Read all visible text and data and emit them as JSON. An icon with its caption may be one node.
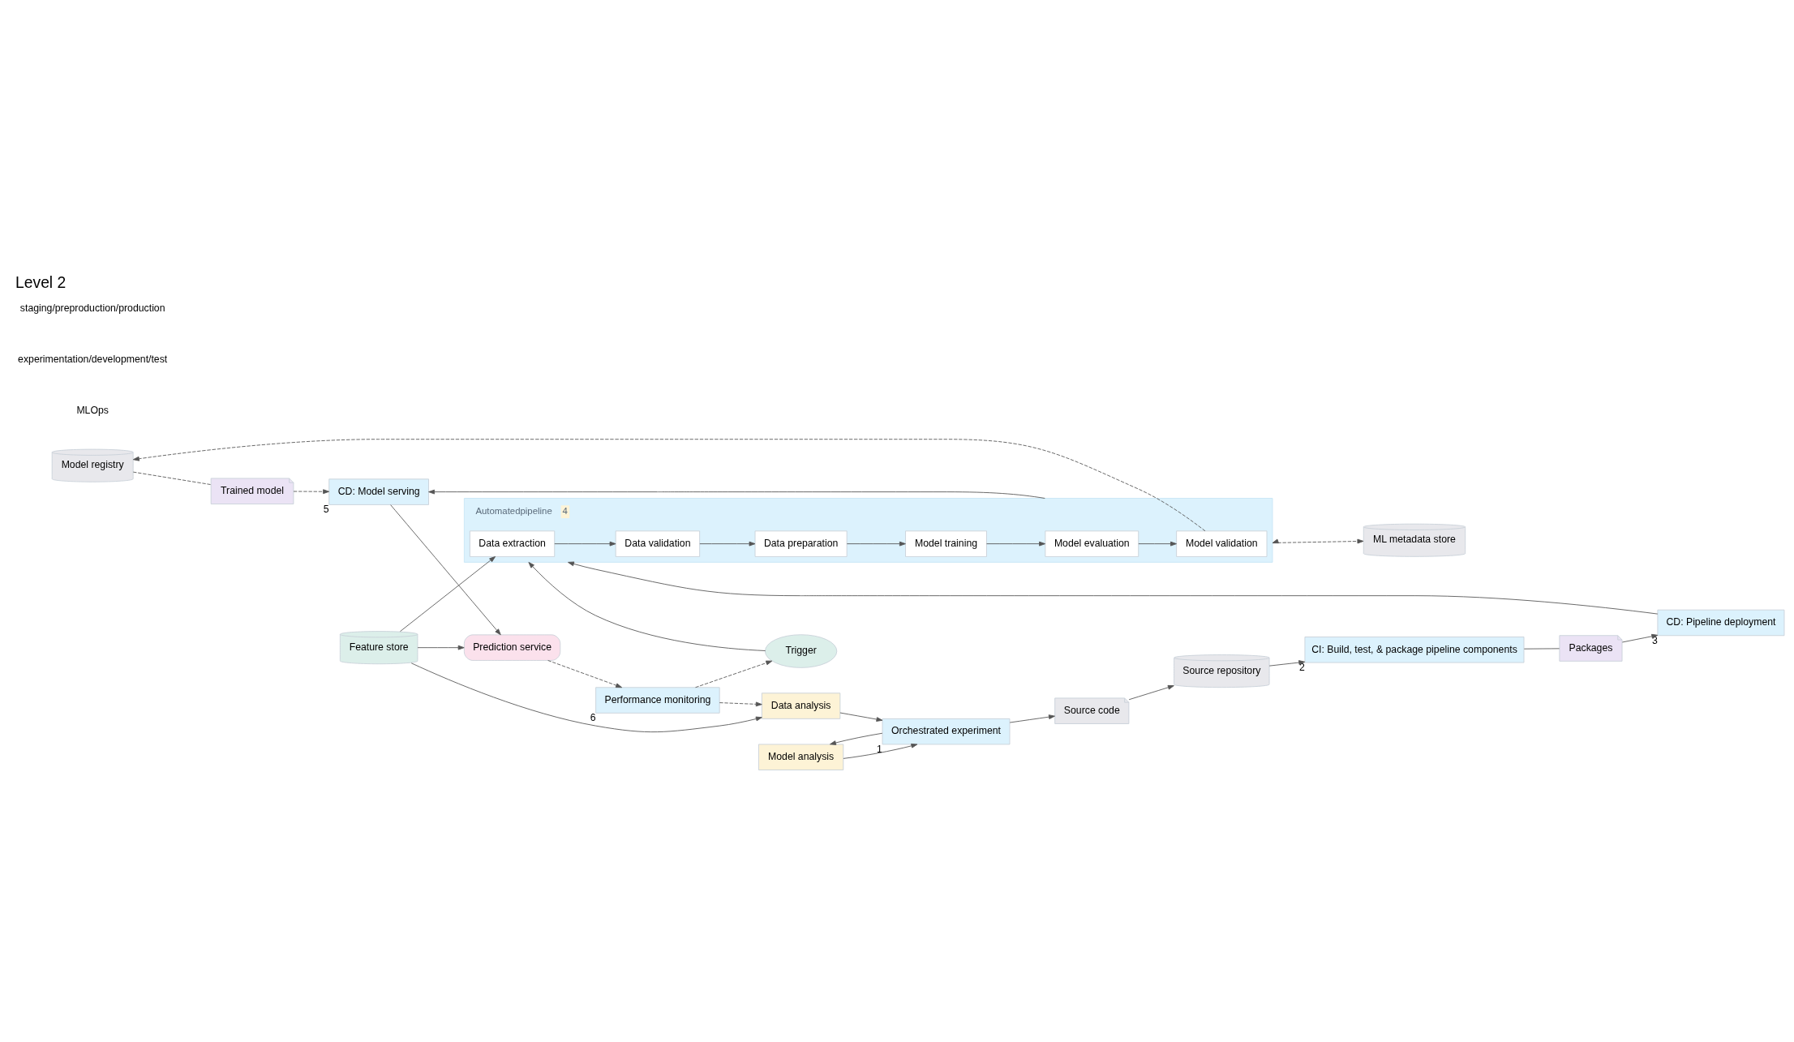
{
  "diagram": {
    "title": "Level 2",
    "nodes": [
      {
        "text": [
          "Model analysis"
        ]
      },
      {
        "text": [
          "Data analysis"
        ]
      },
      {
        "text": [
          "Orchestrated experiment"
        ],
        "beside": [
          "1"
        ]
      },
      {
        "text": [
          "Source code"
        ]
      },
      {
        "text": [
          "Source repository"
        ]
      },
      {
        "text": [
          "CI: Build, test, & package pipeline components"
        ],
        "beside": [
          "2"
        ]
      },
      {
        "text": [
          "Packages"
        ]
      },
      {
        "text": [
          "Feature store"
        ]
      },
      {
        "text": [
          "CD: Pipeline deployment"
        ],
        "beside": [
          "3"
        ]
      },
      {
        "text": [
          "Model registry"
        ]
      },
      {
        "text": [
          "Trained model"
        ]
      },
      {
        "text": [
          "Automatedpipeline"
        ],
        "beside": [
          "4"
        ]
      },
      {
        "text": [
          "Data extraction"
        ],
        "in": 11
      },
      {
        "text": [
          "Data validation"
        ],
        "in": 11
      },
      {
        "text": [
          "Data preparation"
        ],
        "in": 11
      },
      {
        "text": [
          "Model training"
        ],
        "in": 11
      },
      {
        "text": [
          "Model evaluation"
        ],
        "in": 11
      },
      {
        "text": [
          "Model validation"
        ],
        "in": 11
      },
      {
        "text": [
          "CD: Model serving"
        ],
        "beside": [
          "5"
        ]
      },
      {
        "text": [
          "Trigger"
        ]
      },
      {
        "text": [
          "ML metadata store"
        ]
      },
      {
        "text": [
          "Performance monitoring"
        ],
        "beside": [
          "6"
        ]
      },
      {
        "text": [
          "Prediction service"
        ]
      }
    ],
    "edges": [
      {
        "from": 0,
        "to": 2,
        "arrow": "to"
      },
      {
        "from": 2,
        "to": 0,
        "arrow": "to"
      },
      {
        "from": 1,
        "to": 2,
        "arrow": "to"
      },
      {
        "from": 2,
        "to": 3,
        "arrow": "to"
      },
      {
        "from": 3,
        "to": 4,
        "arrow": "to"
      },
      {
        "from": 4,
        "to": 5,
        "arrow": "to"
      },
      {
        "from": 5,
        "to": 6,
        "arrow": "none"
      },
      {
        "from": 6,
        "to": 8,
        "arrow": "to"
      },
      {
        "from": 7,
        "to": 1,
        "arrow": "to"
      },
      {
        "from": 8,
        "to": 11,
        "arrow": "to"
      },
      {
        "from": 7,
        "to": 12,
        "arrow": "to"
      },
      {
        "from": 19,
        "to": 11,
        "arrow": "to"
      },
      {
        "from": 12,
        "to": 13,
        "arrow": "to"
      },
      {
        "from": 13,
        "to": 14,
        "arrow": "to"
      },
      {
        "from": 14,
        "to": 15,
        "arrow": "to"
      },
      {
        "from": 15,
        "to": 16,
        "arrow": "to"
      },
      {
        "from": 16,
        "to": 17,
        "arrow": "to"
      },
      {
        "from": 17,
        "to": 9,
        "arrow": "to",
        "style": "dashed"
      },
      {
        "from": 9,
        "to": 10,
        "arrow": "none",
        "style": "dashed"
      },
      {
        "from": 10,
        "to": 18,
        "arrow": "to",
        "style": "dashed"
      },
      {
        "from": 11,
        "to": 18,
        "arrow": "to"
      },
      {
        "from": 11,
        "to": 20,
        "arrow": "both",
        "style": "dashed"
      },
      {
        "from": 18,
        "to": 22,
        "arrow": "to"
      },
      {
        "from": 22,
        "to": 21,
        "arrow": "to",
        "style": "dashed"
      },
      {
        "from": 21,
        "to": 19,
        "arrow": "to",
        "style": "dashed"
      },
      {
        "from": 21,
        "to": 1,
        "arrow": "to",
        "style": "dashed"
      },
      {
        "from": 7,
        "to": 22,
        "arrow": "to"
      }
    ],
    "labels": [
      "MLOps",
      "experimentation/development/test",
      "staging/preproduction/production"
    ]
  }
}
